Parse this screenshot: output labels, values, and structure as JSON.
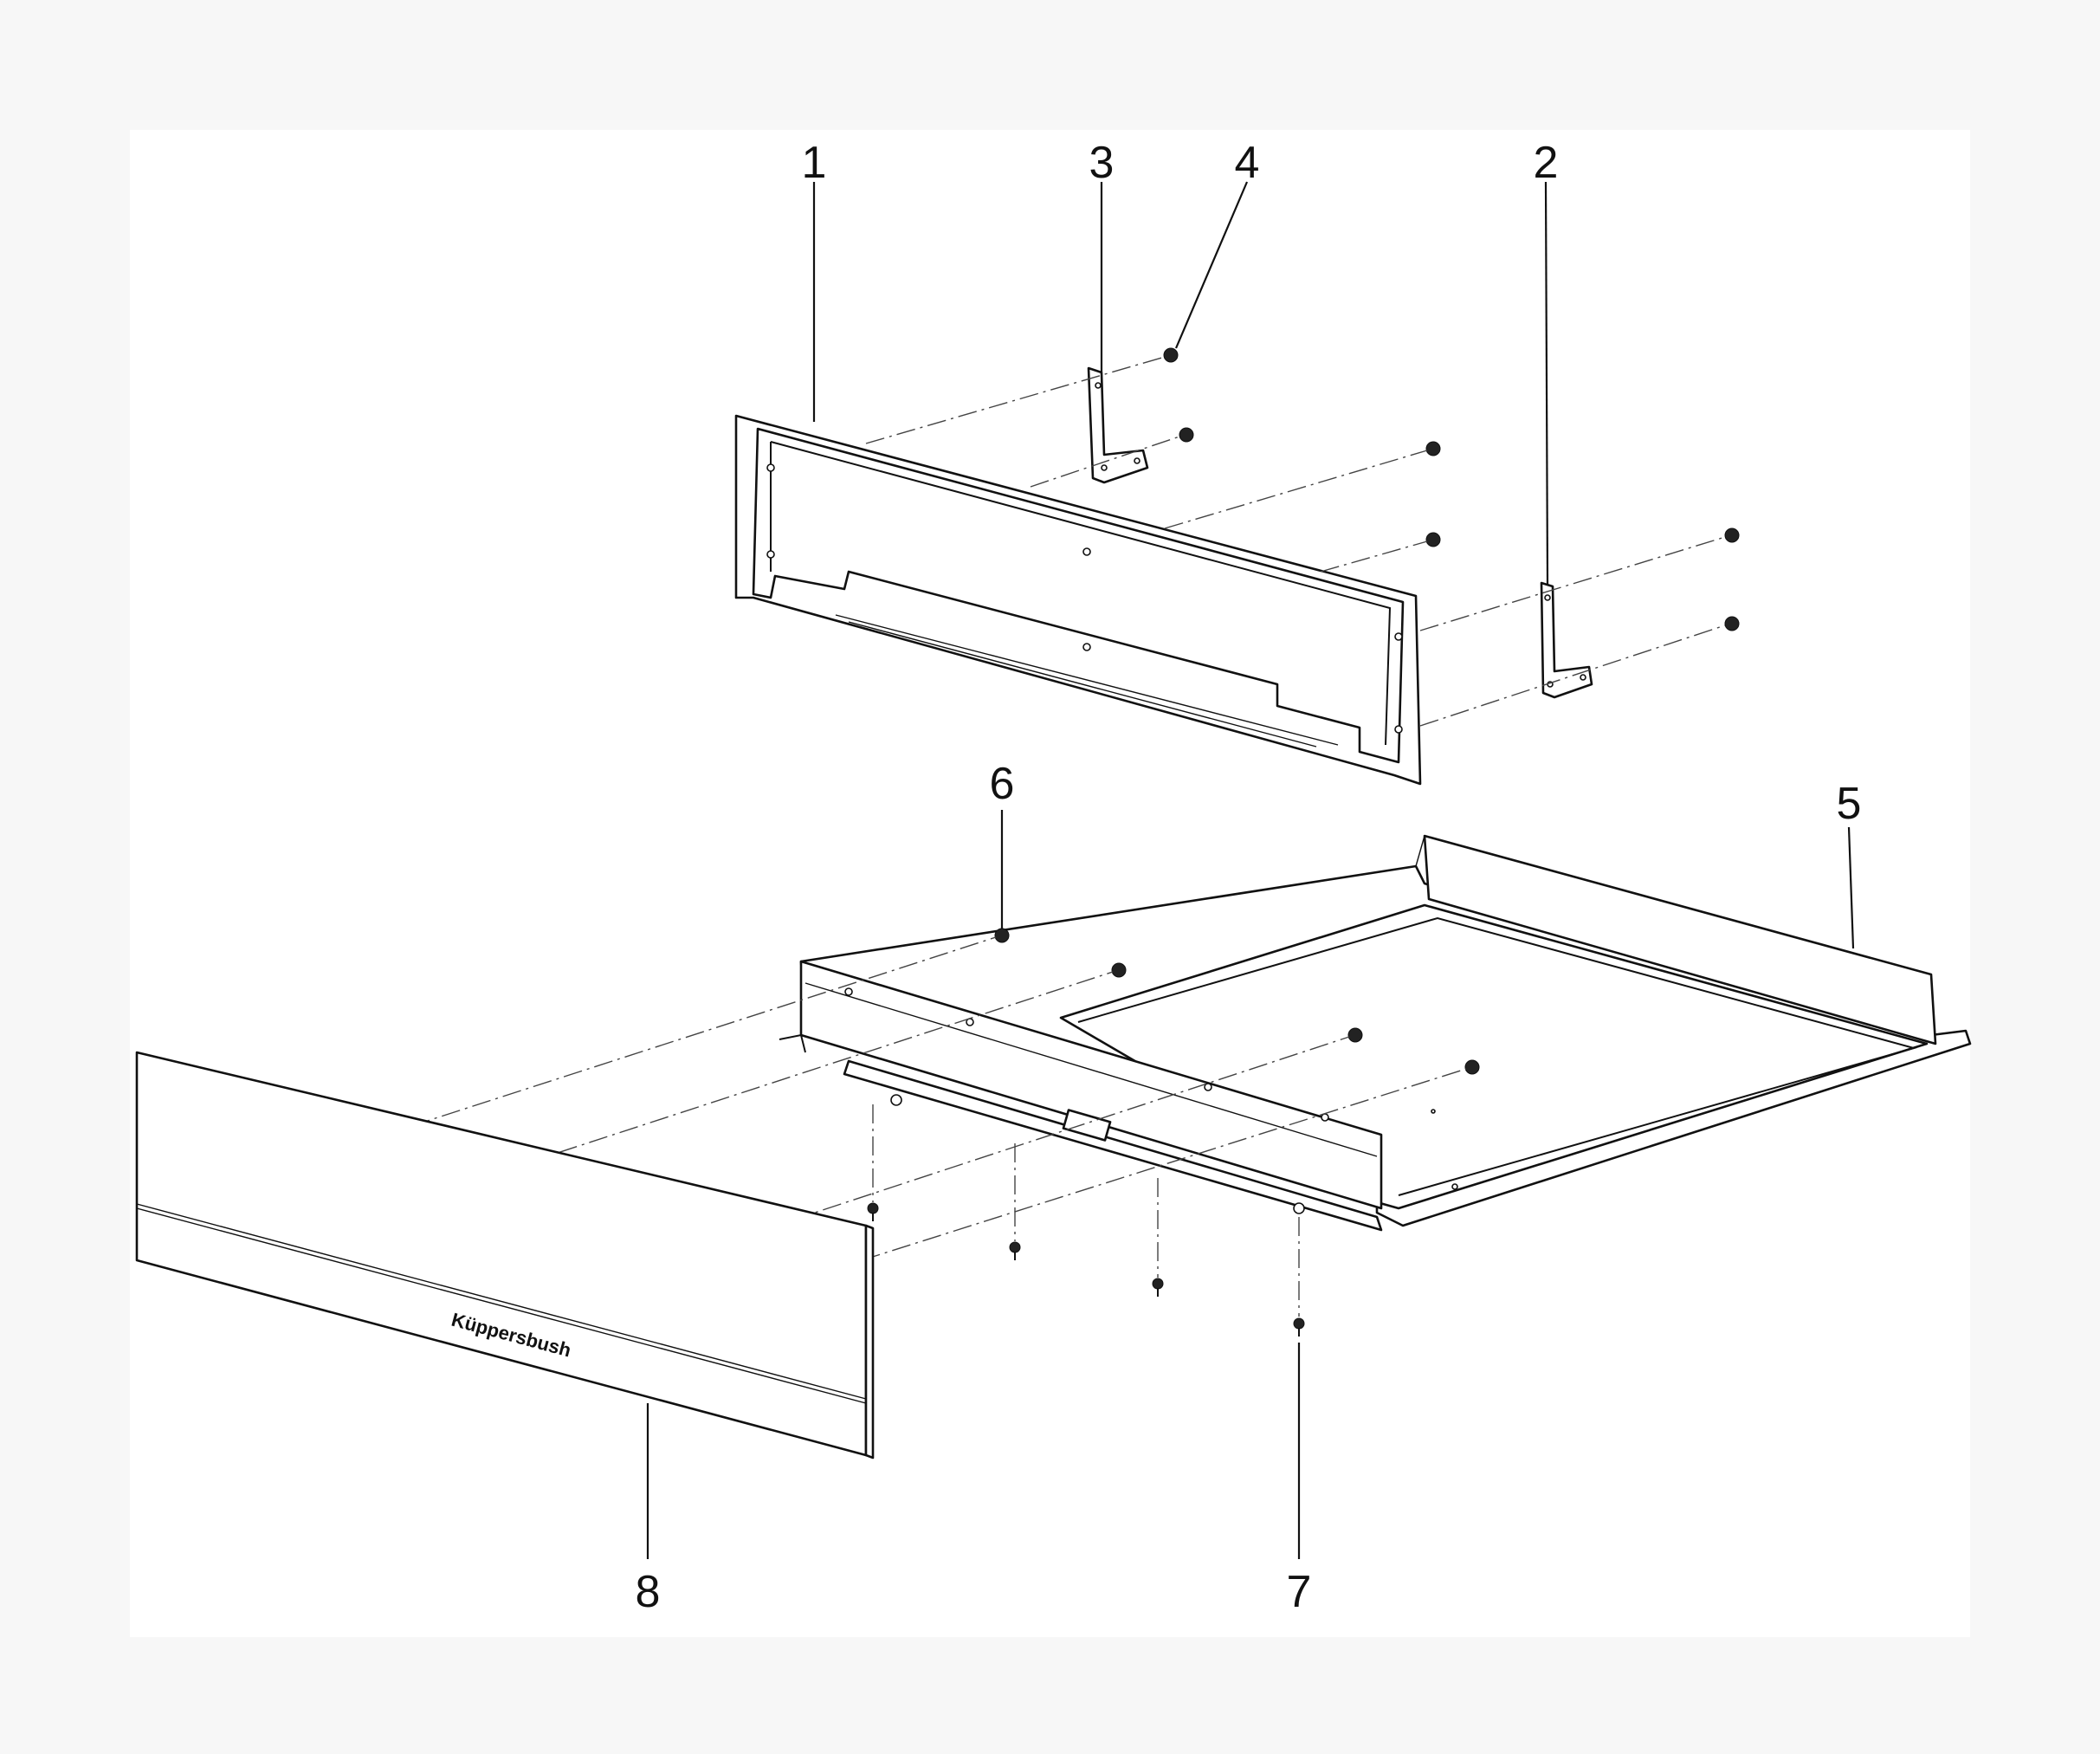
{
  "diagram": {
    "callouts": [
      "1",
      "2",
      "3",
      "4",
      "5",
      "6",
      "7",
      "8"
    ],
    "brand_label": "Küppersbush"
  }
}
